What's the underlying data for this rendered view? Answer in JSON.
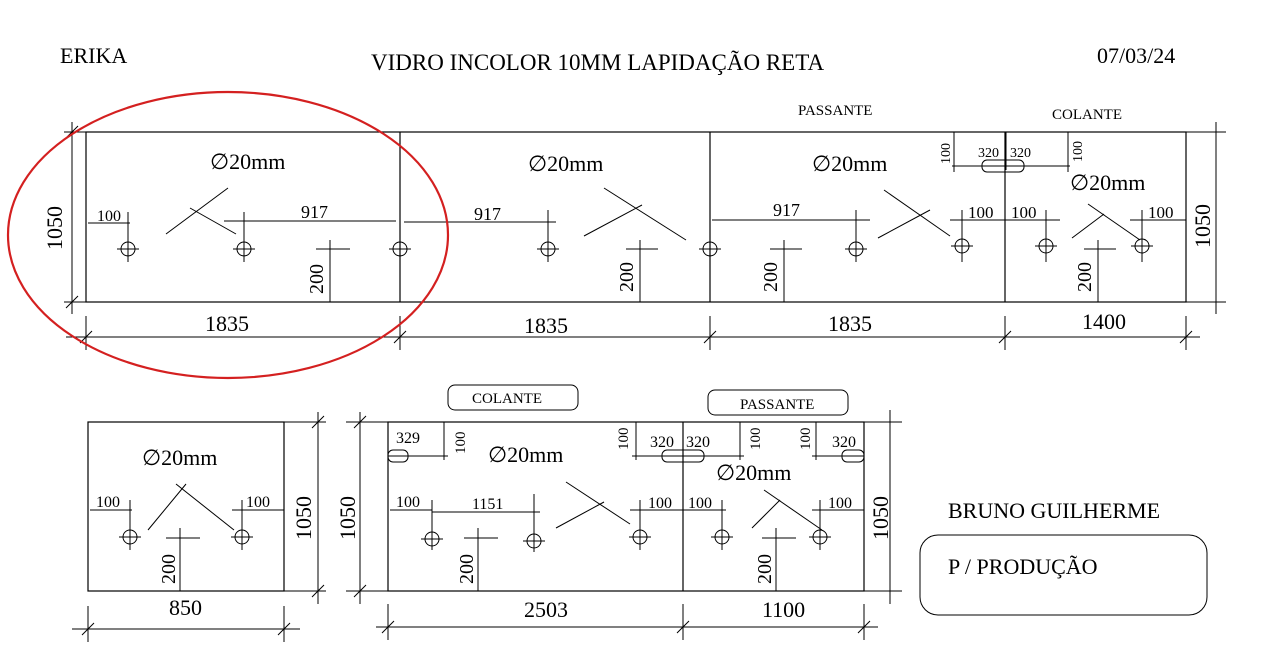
{
  "header": {
    "client": "ERIKA",
    "title": "VIDRO INCOLOR 10MM LAPIDAÇÃO RETA",
    "date": "07/03/24"
  },
  "tags": {
    "passante_top": "PASSANTE",
    "colante_top": "COLANTE",
    "colante_bottom": "COLANTE",
    "passante_bottom": "PASSANTE"
  },
  "hole": "∅20mm",
  "top_panel": {
    "height": "1050",
    "widths": [
      "1835",
      "1835",
      "1835",
      "1400"
    ],
    "offset_100": "100",
    "offset_917": "917",
    "offset_200": "200",
    "cutout_320": "320"
  },
  "bottom_left": {
    "width": "850",
    "height": "1050",
    "offset_100": "100",
    "offset_200": "200"
  },
  "bottom_right": {
    "height": "1050",
    "widths": [
      "2503",
      "1100"
    ],
    "offset_329": "329",
    "offset_1151": "1151",
    "offset_100": "100",
    "offset_200": "200",
    "cutout_320": "320"
  },
  "footer": {
    "name": "BRUNO GUILHERME",
    "note": "P / PRODUÇÃO"
  },
  "colors": {
    "ink": "#000000",
    "highlight_circle": "#d42020"
  }
}
